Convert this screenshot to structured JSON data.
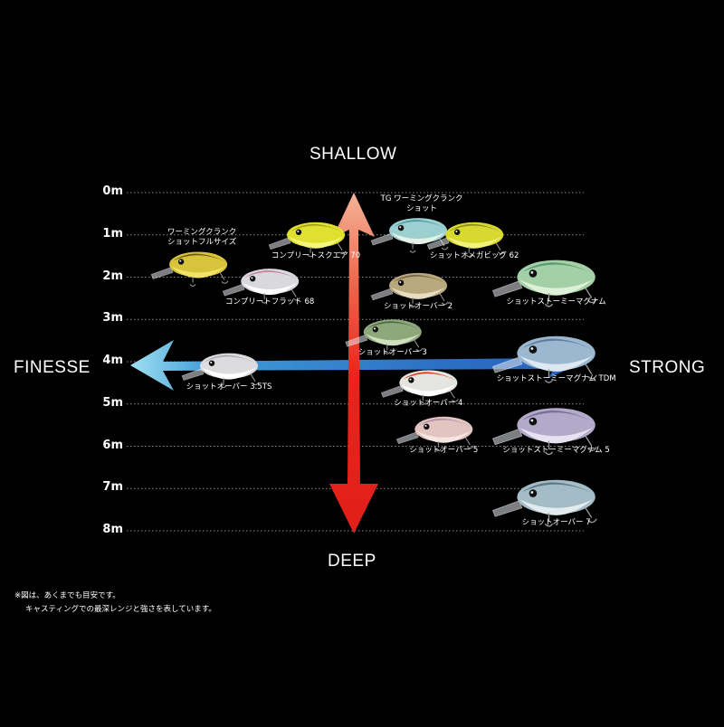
{
  "colors": {
    "background": "#000000",
    "grid": "#8a8a8a",
    "vertical_arrow": "#e8231b",
    "vertical_arrow_top": "#f2a58c",
    "horizontal_arrow": "#2b6fc4",
    "horizontal_arrow_tip": "#8fd4ee"
  },
  "labels": {
    "shallow": "SHALLOW",
    "deep": "DEEP",
    "finesse": "FINESSE",
    "strong": "STRONG"
  },
  "notes": [
    "※図は、あくまでも目安です。",
    "キャスティングでの最深レンジと強さを表しています。"
  ],
  "chart_data": {
    "type": "scatter",
    "title": "",
    "xlabel": "",
    "ylabel": "",
    "y_axis_reversed": true,
    "ylim": [
      0,
      8
    ],
    "xlim": [
      0,
      100
    ],
    "yticks": [
      "0m",
      "1m",
      "2m",
      "3m",
      "4m",
      "5m",
      "6m",
      "7m",
      "8m"
    ],
    "grid": true,
    "lures": [
      {
        "name": "ワーミングクランクショットフルサイズ",
        "lines": [
          "ワーミングクランク",
          "ショットフルサイズ"
        ],
        "x": 14,
        "y": 1.7,
        "body": "#d8c43a",
        "belly": "#f2e26a",
        "back": "#6d5a1a"
      },
      {
        "name": "コンプリートフラット 68",
        "lines": [
          "コンプリートフラット 68"
        ],
        "x": 28,
        "y": 2.1,
        "body": "#d9d9dd",
        "belly": "#ffffff",
        "back": "#c77ea0"
      },
      {
        "name": "コンプリートスクエア 70",
        "lines": [
          "コンプリートスクエア 70"
        ],
        "x": 37,
        "y": 1.0,
        "body": "#e0e030",
        "belly": "#f6f67a",
        "back": "#a0a018"
      },
      {
        "name": "TG ワーミングクランクショット",
        "lines": [
          "TG ワーミングクランク",
          "ショット"
        ],
        "x": 57,
        "y": 0.9,
        "body": "#9ccfd0",
        "belly": "#e6f2e8",
        "back": "#4d9aa0"
      },
      {
        "name": "ショットオメガビッグ 62",
        "lines": [
          "ショットオメガビッグ 62"
        ],
        "x": 68,
        "y": 1.0,
        "body": "#d7d830",
        "belly": "#f2f27a",
        "back": "#8a8a18"
      },
      {
        "name": "ショットオーバー 2",
        "lines": [
          "ショットオーバー 2"
        ],
        "x": 57,
        "y": 2.2,
        "body": "#b8a87c",
        "belly": "#e8dcc2",
        "back": "#7a6648"
      },
      {
        "name": "ショットストーミーマグナム",
        "lines": [
          "ショットストーミーマグナム"
        ],
        "x": 84,
        "y": 2.0,
        "body": "#a4d0a8",
        "belly": "#dff0d8",
        "back": "#5e9a72"
      },
      {
        "name": "ショットオーバー 3",
        "lines": [
          "ショットオーバー 3"
        ],
        "x": 52,
        "y": 3.3,
        "body": "#8ea87c",
        "belly": "#cfe0bc",
        "back": "#4e6a40"
      },
      {
        "name": "ショットオーバー 3.5TS",
        "lines": [
          "ショットオーバー 3.5TS"
        ],
        "x": 20,
        "y": 4.1,
        "body": "#dcdcde",
        "belly": "#ffffff",
        "back": "#a8a8b0"
      },
      {
        "name": "ショットストーミーマグナム TDM",
        "lines": [
          "ショットストーミーマグナム TDM"
        ],
        "x": 84,
        "y": 3.8,
        "body": "#9cb8d0",
        "belly": "#dde8f2",
        "back": "#5d7e9c"
      },
      {
        "name": "ショットオーバー 4",
        "lines": [
          "ショットオーバー 4"
        ],
        "x": 59,
        "y": 4.5,
        "body": "#e4e4e0",
        "belly": "#ffffff",
        "back": "#d8401c"
      },
      {
        "name": "ショットオーバー 5",
        "lines": [
          "ショットオーバー 5"
        ],
        "x": 62,
        "y": 5.6,
        "body": "#e2c4c0",
        "belly": "#f7e6e0",
        "back": "#b890a8"
      },
      {
        "name": "ショットストーミーマグナム 5",
        "lines": [
          "ショットストーミーマグナム 5"
        ],
        "x": 84,
        "y": 5.5,
        "body": "#b2aac8",
        "belly": "#e6e2f2",
        "back": "#7a6f9e"
      },
      {
        "name": "ショットオーバー 7",
        "lines": [
          "ショットオーバー 7"
        ],
        "x": 84,
        "y": 7.2,
        "body": "#a4bcc6",
        "belly": "#e2ecee",
        "back": "#5d7a86"
      }
    ]
  }
}
